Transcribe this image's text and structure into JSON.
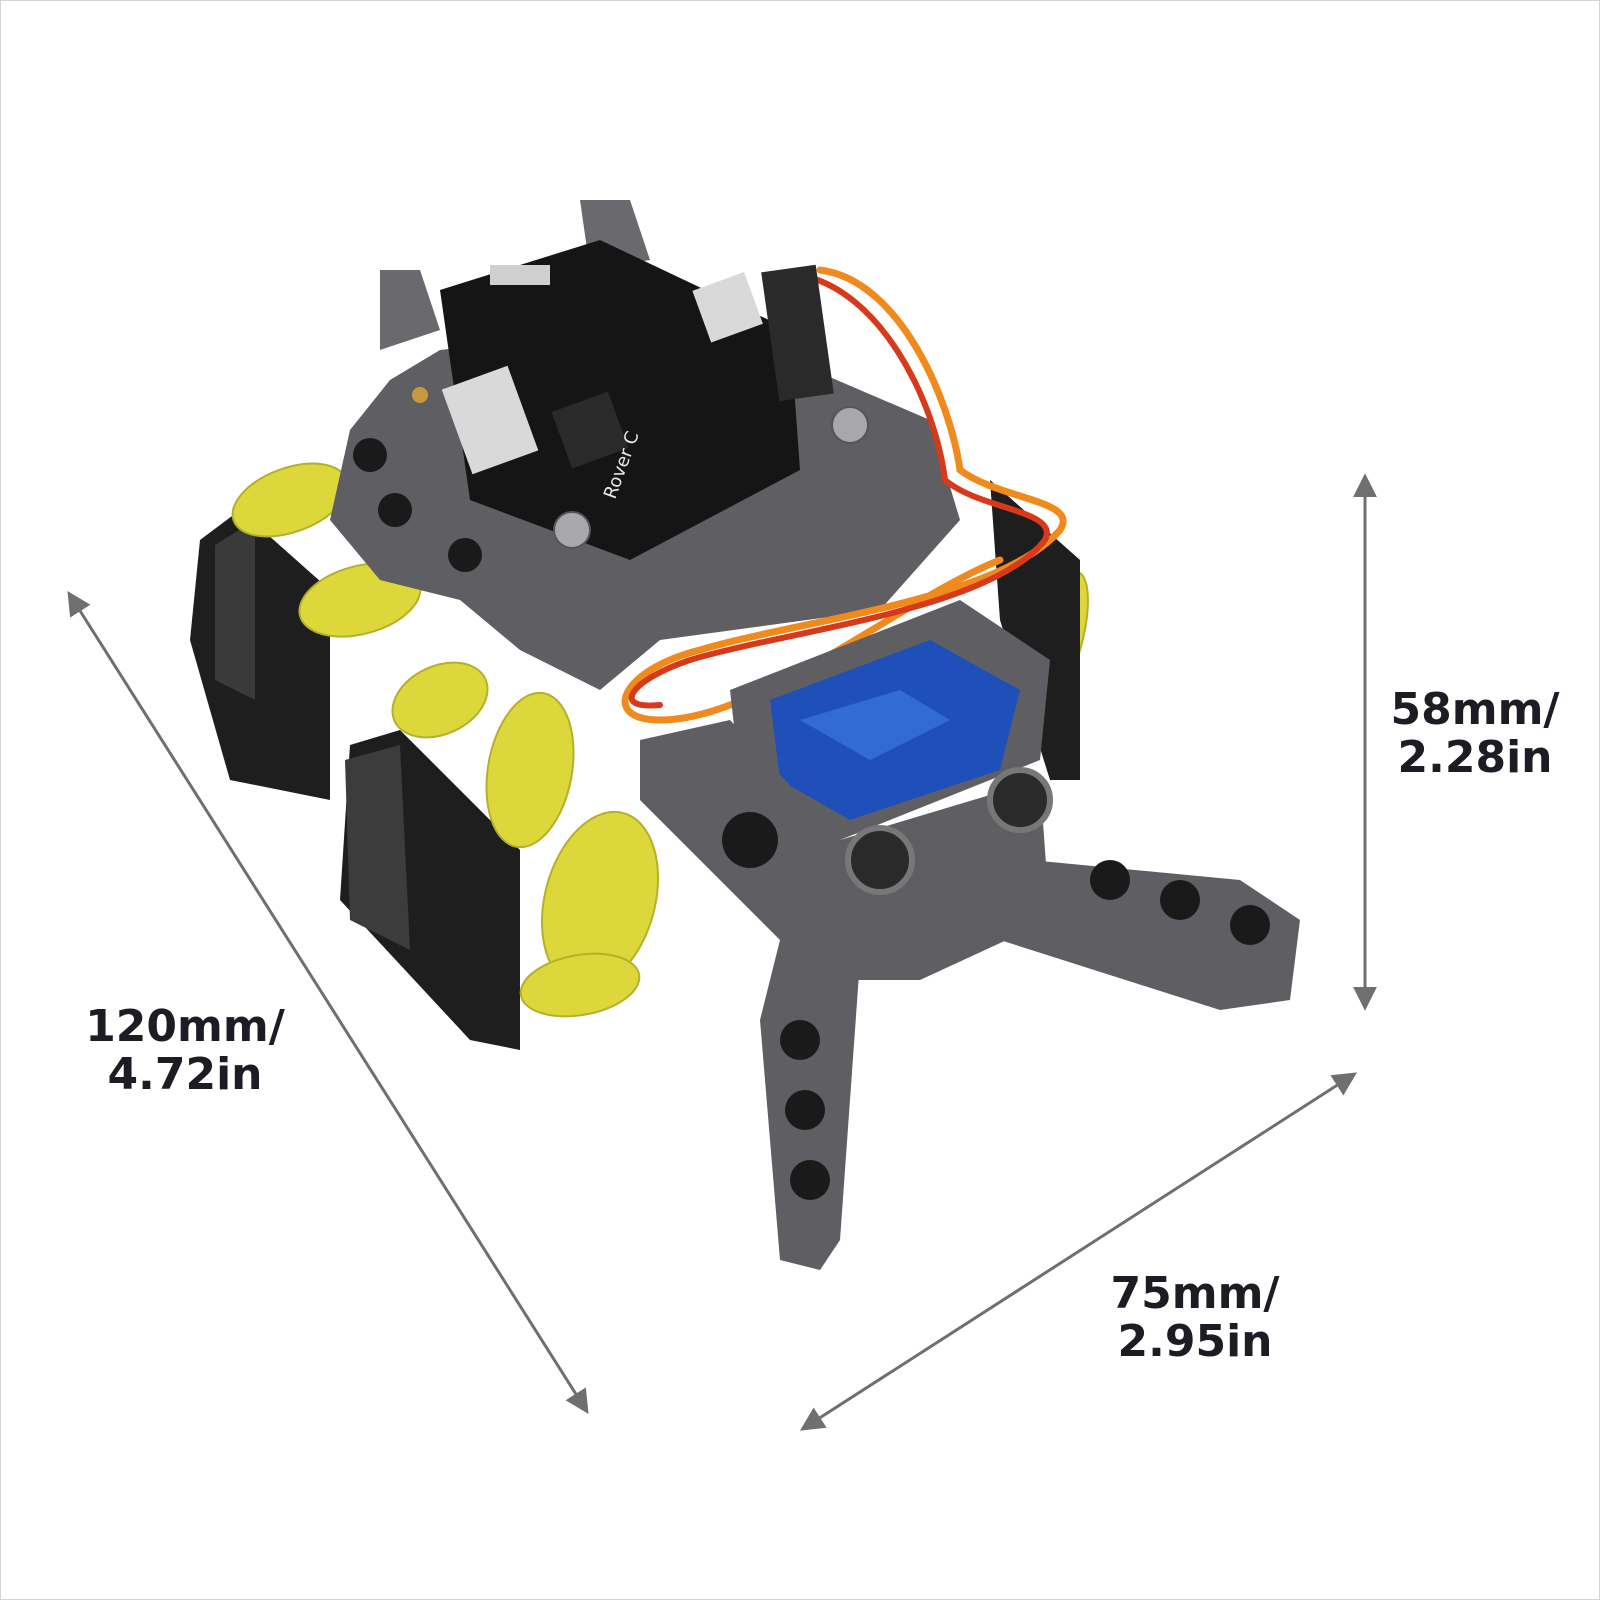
{
  "dimensions": {
    "length": {
      "line1": "120mm/",
      "line2": "4.72in"
    },
    "width": {
      "line1": "75mm/",
      "line2": "2.95in"
    },
    "height": {
      "line1": "58mm/",
      "line2": "2.28in"
    }
  },
  "board": {
    "silkscreen": "Rover C"
  },
  "colors": {
    "background": "#ffffff",
    "arrow": "#6f6f6f",
    "chassis": "#5f5f63",
    "wheel": "#1e1e1e",
    "roller": "#dcd83c",
    "servo": "#1f4fb8",
    "pcb": "#151515",
    "wire_orange": "#f08a1c",
    "wire_red": "#d63a1a",
    "text": "#1c1c24"
  }
}
